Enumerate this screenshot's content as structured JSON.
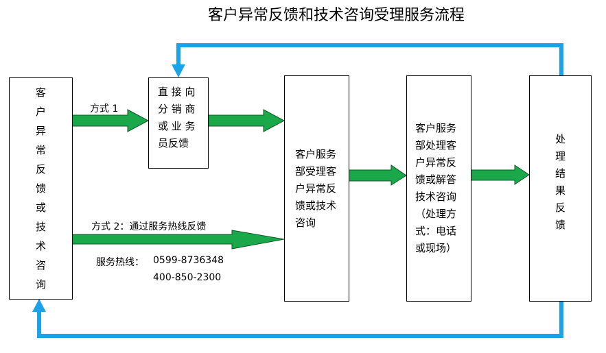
{
  "title": "客户异常反馈和技术咨询受理服务流程",
  "colors": {
    "arrow_green": "#1aa84a",
    "loop_blue": "#1aa3e8"
  },
  "boxes": {
    "customer": [
      "客",
      "户",
      "异",
      "常",
      "反",
      "馈",
      "或",
      "技",
      "术",
      "咨",
      "询"
    ],
    "distributor": [
      "直 接 向",
      "分 销 商",
      "或 业 务",
      "员反馈"
    ],
    "accept": [
      "客户服务",
      "部受理客",
      "户异常反",
      "馈或技术",
      "咨询"
    ],
    "process": [
      "客户服务",
      "部处理客",
      "户异常反",
      "馈或解答",
      "技术咨询",
      "（处理方",
      "式：电话",
      "或现场）"
    ],
    "result": [
      "处",
      "理",
      "结",
      "果",
      "反",
      "馈"
    ]
  },
  "labels": {
    "method1": "方式 1",
    "method2": "方式 2：通过服务热线反馈",
    "hotline_label": "服务热线：",
    "hotline1": "0599-8736348",
    "hotline2": "400-850-2300"
  }
}
